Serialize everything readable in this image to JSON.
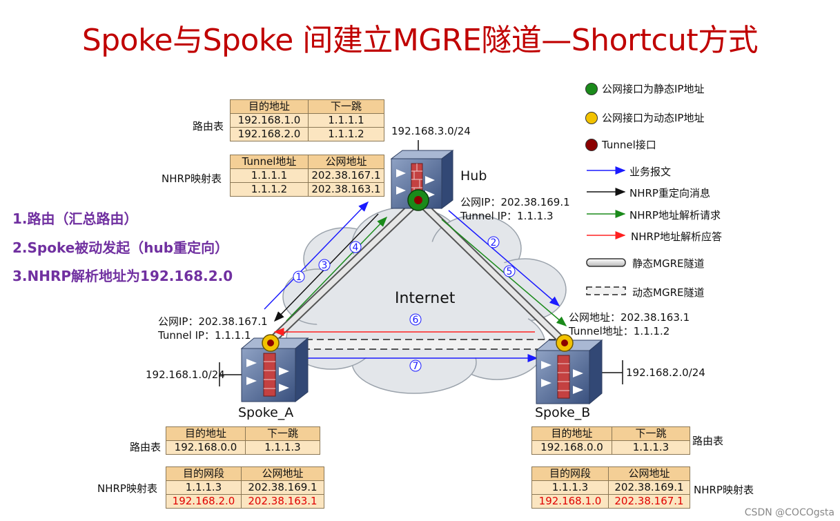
{
  "title": "Spoke与Spoke 间建立MGRE隧道—Shortcut方式",
  "steps": [
    "1.路由（汇总路由）",
    "2.Spoke被动发起（hub重定向）",
    "3.NHRP解析地址为192.168.2.0"
  ],
  "legend": {
    "static_ip": "公网接口为静态IP地址",
    "dynamic_ip": "公网接口为动态IP地址",
    "tunnel_if": "Tunnel接口",
    "business": "业务报文",
    "nhrp_redirect": "NHRP重定向消息",
    "nhrp_request": "NHRP地址解析请求",
    "nhrp_reply": "NHRP地址解析应答",
    "static_tunnel": "静态MGRE隧道",
    "dynamic_tunnel": "动态MGRE隧道",
    "colors": {
      "static": "#1a8a1a",
      "dynamic": "#f2c200",
      "tunnel": "#8b0000",
      "blue": "#1a1aff",
      "black": "#111111",
      "green": "#1a8a1a",
      "red": "#ff2020"
    }
  },
  "hub": {
    "name": "Hub",
    "lan": "192.168.3.0/24",
    "public_ip": "公网IP：202.38.169.1",
    "tunnel_ip": "Tunnel IP：1.1.1.3",
    "route_label": "路由表",
    "route_headers": [
      "目的地址",
      "下一跳"
    ],
    "route_rows": [
      [
        "192.168.1.0",
        "1.1.1.1"
      ],
      [
        "192.168.2.0",
        "1.1.1.2"
      ]
    ],
    "nhrp_label": "NHRP映射表",
    "nhrp_headers": [
      "Tunnel地址",
      "公网地址"
    ],
    "nhrp_rows": [
      [
        "1.1.1.1",
        "202.38.167.1"
      ],
      [
        "1.1.1.2",
        "202.38.163.1"
      ]
    ]
  },
  "spoke_a": {
    "name": "Spoke_A",
    "lan": "192.168.1.0/24",
    "public_ip": "公网IP：202.38.167.1",
    "tunnel_ip": "Tunnel IP：1.1.1.1",
    "route_label": "路由表",
    "route_headers": [
      "目的地址",
      "下一跳"
    ],
    "route_rows": [
      [
        "192.168.0.0",
        "1.1.1.3"
      ]
    ],
    "nhrp_label": "NHRP映射表",
    "nhrp_headers": [
      "目的网段",
      "公网地址"
    ],
    "nhrp_rows": [
      [
        "1.1.1.3",
        "202.38.169.1"
      ],
      [
        "192.168.2.0",
        "202.38.163.1"
      ]
    ]
  },
  "spoke_b": {
    "name": "Spoke_B",
    "lan": "192.168.2.0/24",
    "public_ip": "公网地址：202.38.163.1",
    "tunnel_ip": "Tunnel地址：1.1.1.2",
    "route_label": "路由表",
    "route_headers": [
      "目的地址",
      "下一跳"
    ],
    "route_rows": [
      [
        "192.168.0.0",
        "1.1.1.3"
      ]
    ],
    "nhrp_label": "NHRP映射表",
    "nhrp_headers": [
      "目的网段",
      "公网地址"
    ],
    "nhrp_rows": [
      [
        "1.1.1.3",
        "202.38.169.1"
      ],
      [
        "192.168.1.0",
        "202.38.167.1"
      ]
    ]
  },
  "internet": "Internet",
  "step_markers": [
    "1",
    "2",
    "3",
    "4",
    "5",
    "6",
    "7"
  ],
  "watermark": "CSDN @COCOgsta"
}
